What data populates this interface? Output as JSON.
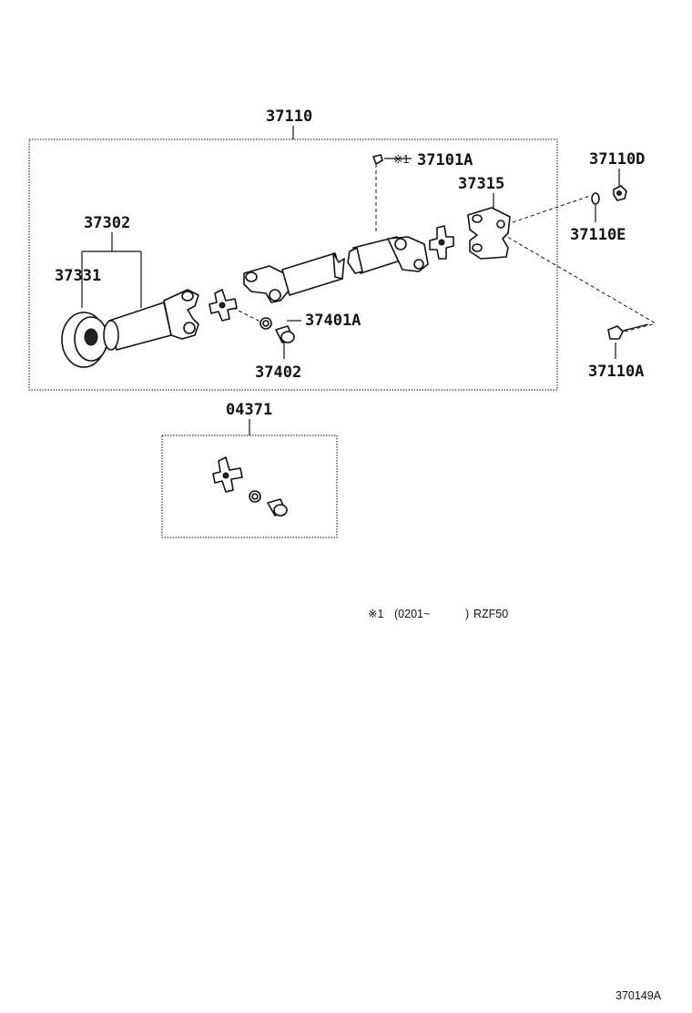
{
  "labels": {
    "main_assembly": "37110",
    "yoke_shaft_assembly": "37302",
    "center_bearing": "37331",
    "seal_note_marker": "※1",
    "slip_yoke_seal": "37101A",
    "flange_yoke": "37315",
    "nut": "37110D",
    "washer": "37110E",
    "bolt": "37110A",
    "snap_ring": "37401A",
    "bearing_cup": "37402",
    "spider_kit": "04371"
  },
  "footnote": {
    "marker": "※1",
    "open": "(0201~",
    "close": ")",
    "model": "RZF50"
  },
  "diagram_id": "370149A"
}
